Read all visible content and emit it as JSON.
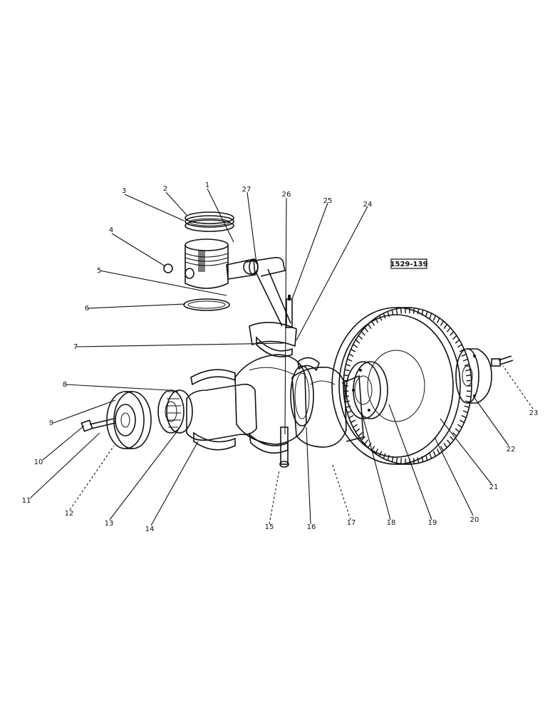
{
  "reference_code": "1529-139",
  "labels": {
    "l1": "1",
    "l2": "2",
    "l3": "3",
    "l4": "4",
    "l5": "5",
    "l6": "6",
    "l7": "7",
    "l8": "8",
    "l9": "9",
    "l10": "10",
    "l11": "11",
    "l12": "12",
    "l13": "13",
    "l14": "14",
    "l15": "15",
    "l16": "16",
    "l17": "17",
    "l18": "18",
    "l19": "19",
    "l20": "20",
    "l21": "21",
    "l22": "22",
    "l23": "23",
    "l24": "24",
    "l25": "25",
    "l26": "26",
    "l27": "27"
  }
}
